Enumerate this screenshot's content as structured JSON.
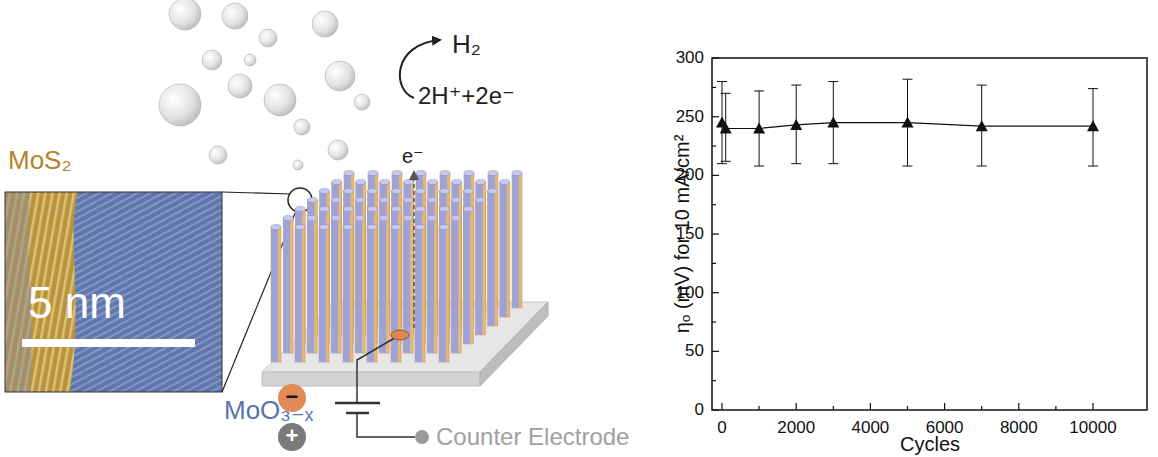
{
  "diagram": {
    "labels": [
      "H₂",
      "2H⁺+2e⁻",
      "MoS₂",
      "5 nm",
      "MoO₃₋ₓ",
      "e⁻",
      "−",
      "+",
      "Counter Electrode",
      "300",
      "250",
      "200",
      "150",
      "100",
      "50",
      "0",
      "0",
      "2000",
      "4000",
      "6000",
      "8000",
      "10000",
      "Cycles",
      "ηₒ (mV) for 10 mA/cm²"
    ]
  }
}
